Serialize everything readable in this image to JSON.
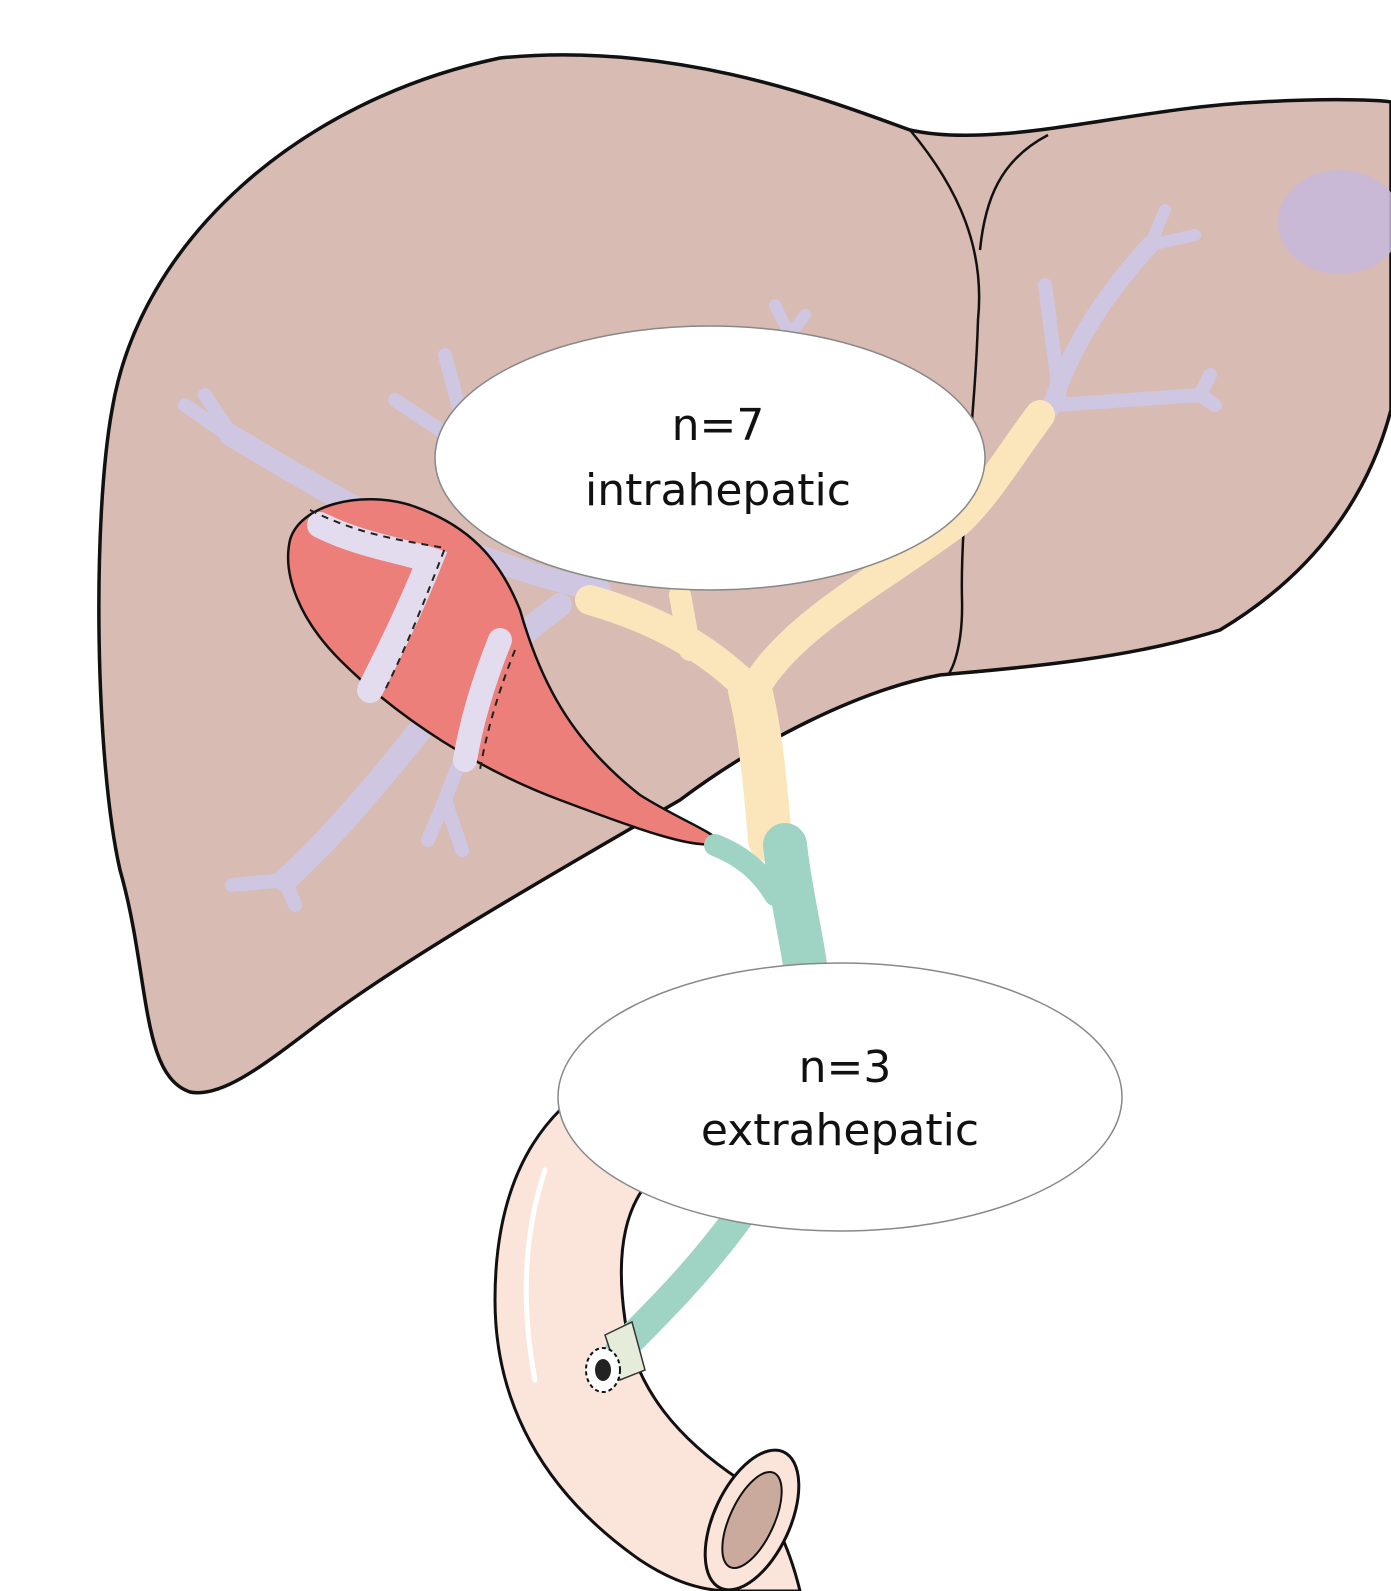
{
  "labels": {
    "intrahepatic": {
      "count": "n=7",
      "region": "intrahepatic"
    },
    "extrahepatic": {
      "count": "n=3",
      "region": "extrahepatic"
    }
  },
  "colors": {
    "liver": "#d8bbb2",
    "outline": "#111111",
    "hepatic_vessels": "#cfc6e2",
    "intrahepatic_bile_duct": "#fbe6bb",
    "extrahepatic_bile_duct": "#9fd3c3",
    "gallbladder": "#ec7f79",
    "duodenum": "#fbe5da",
    "label_fill": "#ffffff",
    "label_border": "#888888",
    "lesion_spot": "#c8b9dc"
  }
}
